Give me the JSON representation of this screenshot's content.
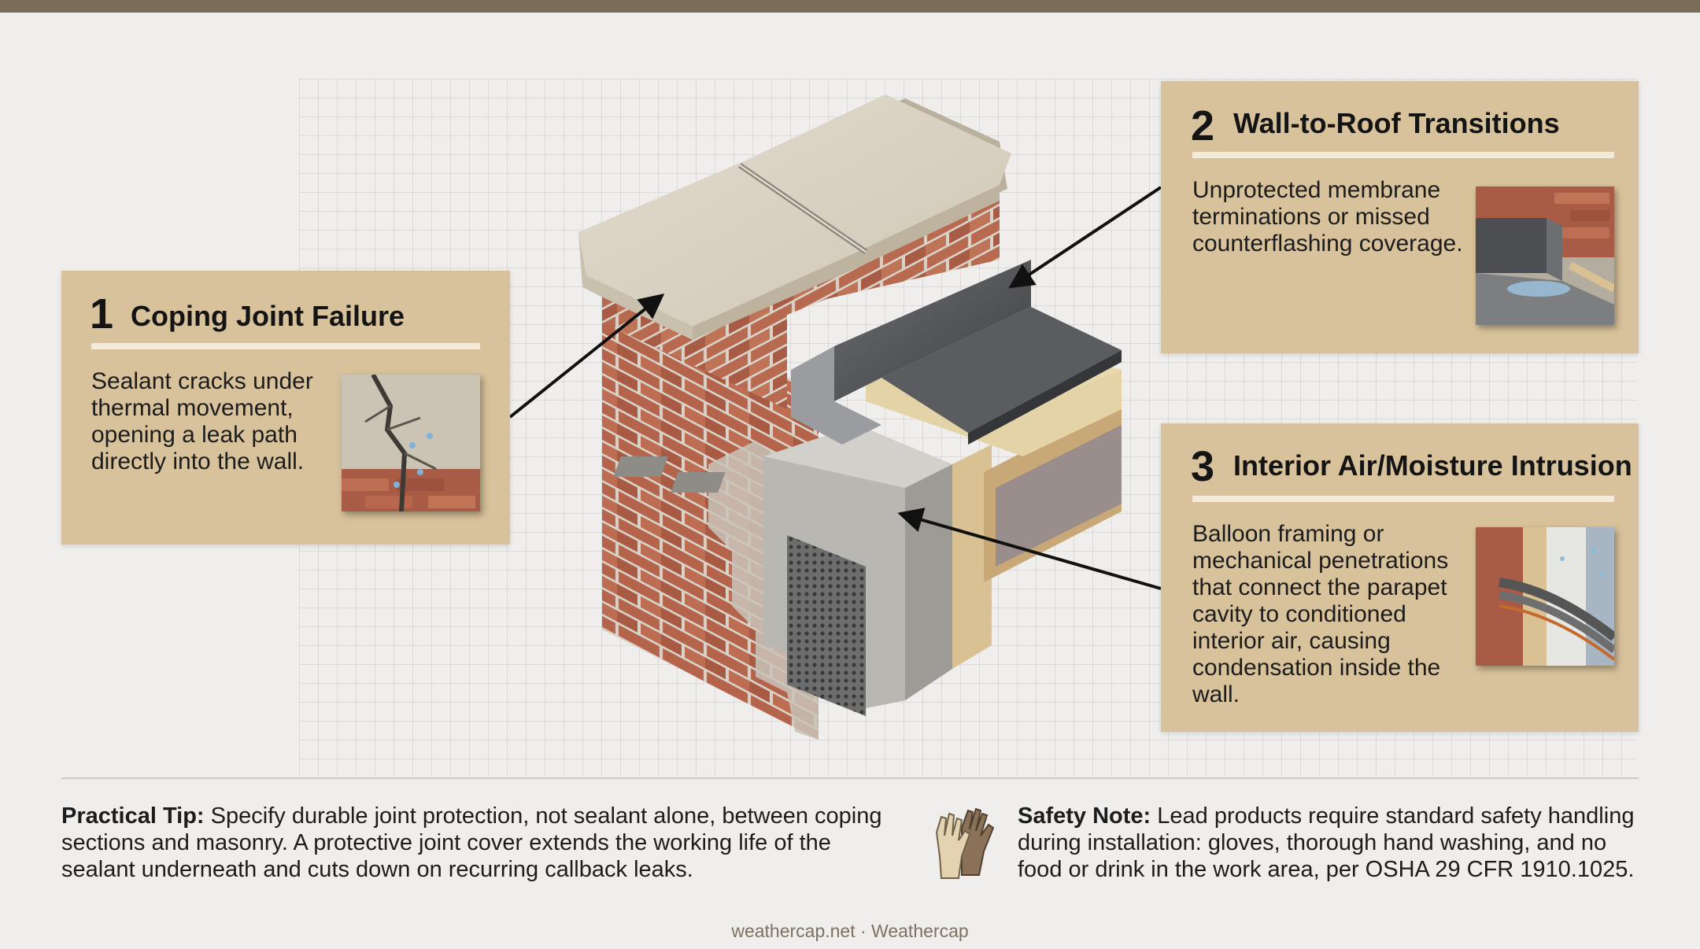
{
  "callouts": [
    {
      "number": "1",
      "title": "Coping Joint Failure",
      "body": "Sealant cracks under thermal movement, opening a leak path directly into the wall."
    },
    {
      "number": "2",
      "title": "Wall-to-Roof Transitions",
      "body": "Unprotected membrane terminations or missed counterflashing coverage."
    },
    {
      "number": "3",
      "title": "Interior Air/Moisture Intrusion",
      "body": "Balloon framing or mechanical penetrations that connect the parapet cavity to conditioned interior air, causing condensation inside the wall."
    }
  ],
  "tip": {
    "label": "Practical Tip:",
    "text": "Specify durable joint protection, not sealant alone, between coping sections and masonry. A protective joint cover extends the working life of the sealant underneath and cuts down on recurring callback leaks."
  },
  "safety": {
    "label": "Safety Note:",
    "text": "Lead products require standard safety handling during installation: gloves, thorough hand washing, and no food or drink in the work area, per OSHA 29 CFR 1910.1025."
  },
  "footer": "weathercap.net · Weathercap",
  "colors": {
    "callout_bg": "#d8c29b",
    "callout_rule": "#f3ead8",
    "top_bar": "#7a6d57",
    "brick": "#b6654d",
    "coping": "#d6cfbf",
    "flashing": "#5a5c60"
  },
  "icons": [
    "gloves-icon"
  ]
}
